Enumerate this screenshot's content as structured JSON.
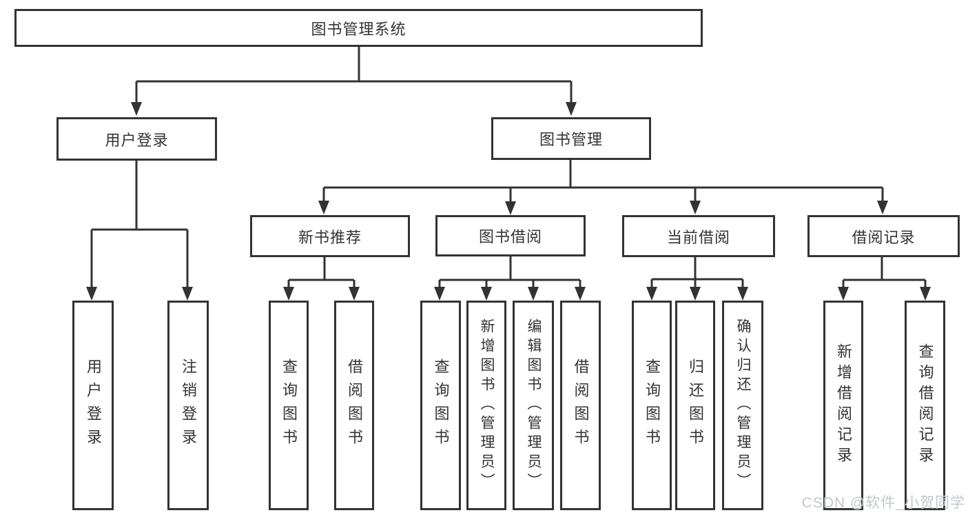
{
  "diagram": {
    "title_node": {
      "label": "图书管理系统"
    },
    "level2": [
      {
        "id": "user-login",
        "label": "用户登录"
      },
      {
        "id": "book-management",
        "label": "图书管理"
      }
    ],
    "level3": [
      {
        "id": "new-book-recommend",
        "parent": "图书管理",
        "label": "新书推荐"
      },
      {
        "id": "book-borrowing",
        "parent": "图书管理",
        "label": "图书借阅"
      },
      {
        "id": "current-borrowing",
        "parent": "图书管理",
        "label": "当前借阅"
      },
      {
        "id": "borrowing-records",
        "parent": "图书管理",
        "label": "借阅记录"
      }
    ],
    "leaves": [
      {
        "parent": "用户登录",
        "label": "用户登录"
      },
      {
        "parent": "用户登录",
        "label": "注销登录"
      },
      {
        "parent": "新书推荐",
        "label": "查询图书"
      },
      {
        "parent": "新书推荐",
        "label": "借阅图书"
      },
      {
        "parent": "图书借阅",
        "label": "查询图书"
      },
      {
        "parent": "图书借阅",
        "label": "新增图书（管理员）"
      },
      {
        "parent": "图书借阅",
        "label": "编辑图书（管理员）"
      },
      {
        "parent": "图书借阅",
        "label": "借阅图书"
      },
      {
        "parent": "当前借阅",
        "label": "查询图书"
      },
      {
        "parent": "当前借阅",
        "label": "归还图书"
      },
      {
        "parent": "当前借阅",
        "label": "确认归还（管理员）"
      },
      {
        "parent": "借阅记录",
        "label": "新增借阅记录"
      },
      {
        "parent": "借阅记录",
        "label": "查询借阅记录"
      }
    ],
    "colors": {
      "line": "#333333",
      "border": "#333333",
      "text": "#333333",
      "background": "#ffffff",
      "watermark": "#c3c7cb"
    },
    "watermark": "CSDN @软件_小贺同学"
  }
}
